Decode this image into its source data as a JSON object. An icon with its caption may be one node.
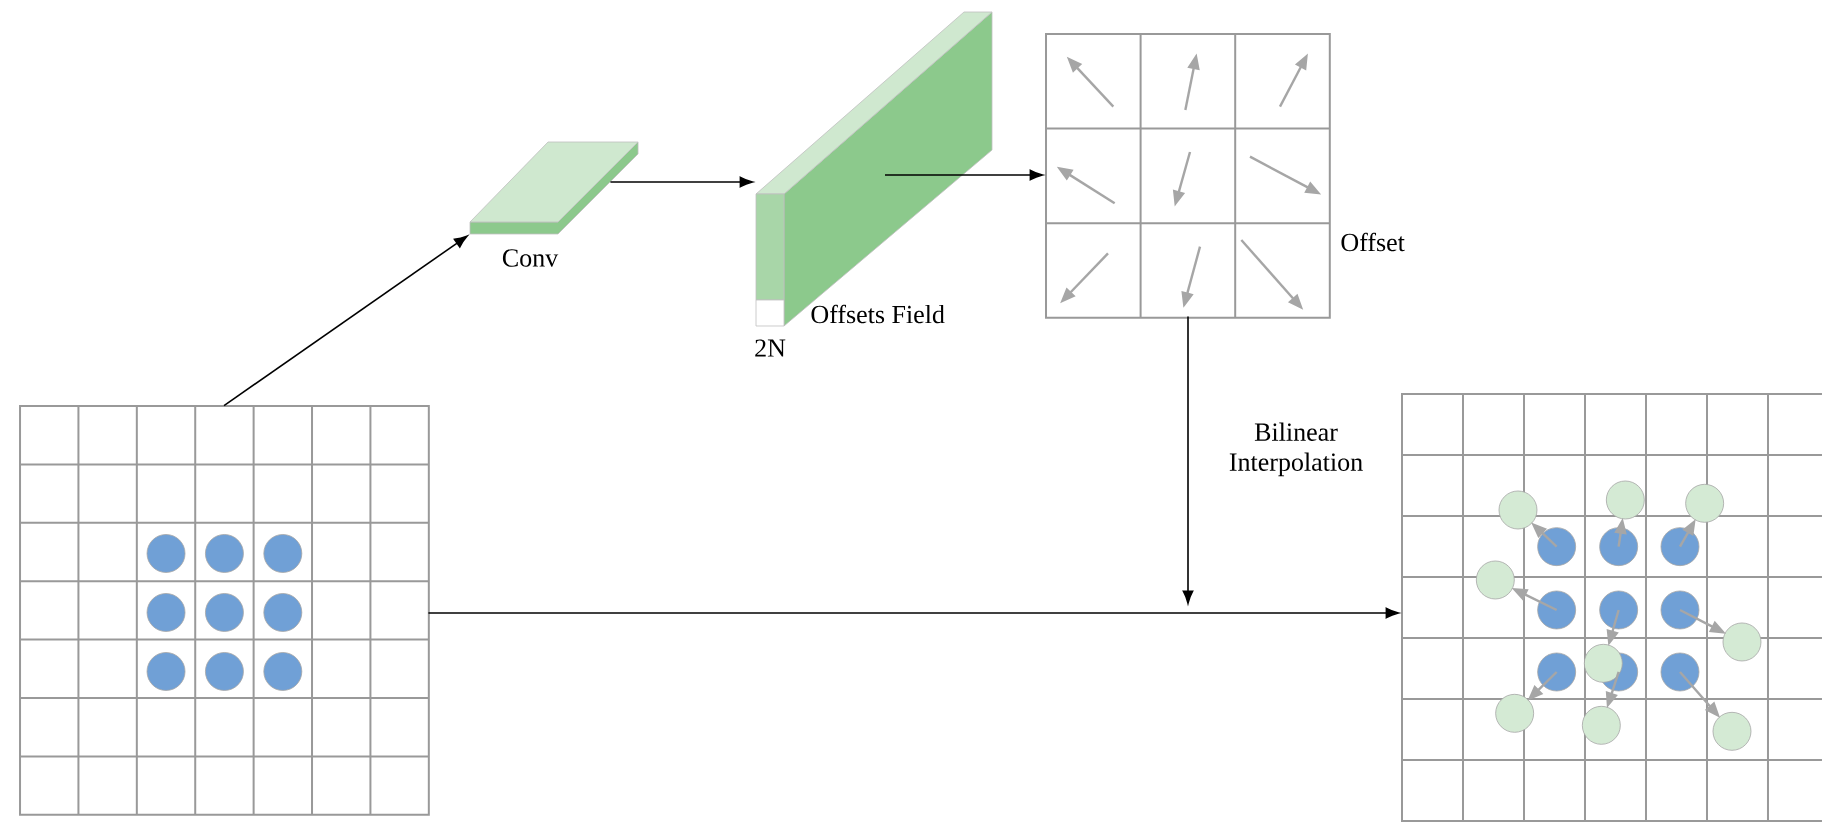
{
  "diagram": {
    "nodes": [
      {
        "text": [],
        "shape": "grid"
      },
      {
        "text": [
          "Conv"
        ]
      },
      {
        "text": [
          "Offsets Field",
          "2N"
        ]
      },
      {
        "text": [
          "Offset"
        ]
      },
      {
        "text": [],
        "shape": "grid"
      }
    ],
    "edges": [
      {
        "from": 0,
        "to": 1,
        "arrow": "to"
      },
      {
        "from": 1,
        "to": 2,
        "arrow": "to"
      },
      {
        "from": 2,
        "to": 3,
        "arrow": "to"
      },
      {
        "from": 3,
        "to": null,
        "arrow": "to",
        "label": "Bilinear Interpolation"
      },
      {
        "from": 0,
        "to": 4,
        "arrow": "to"
      }
    ]
  }
}
